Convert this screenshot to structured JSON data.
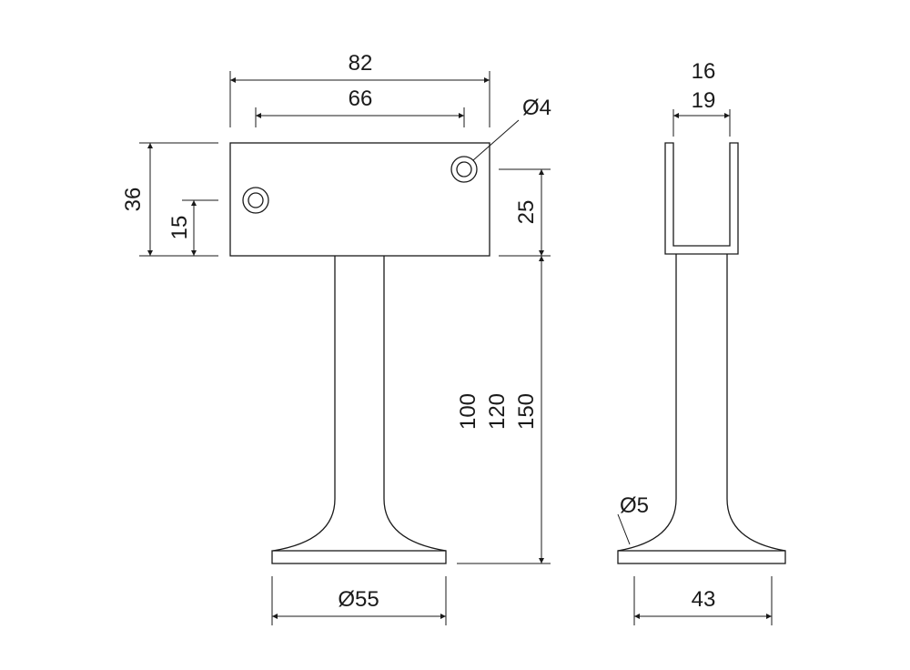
{
  "labels": {
    "total_width": "82",
    "hole_spacing": "66",
    "hole_diameter": "Ø4",
    "plate_height": "36",
    "hole_height": "15",
    "height_25": "25",
    "height_100": "100",
    "height_120": "120",
    "height_150": "150",
    "base_diameter": "Ø55",
    "inner_width": "16",
    "outer_width": "19",
    "tube_diameter": "Ø5",
    "base_depth": "43"
  },
  "colors": {
    "line": "#1a1a1a",
    "background": "#ffffff"
  }
}
